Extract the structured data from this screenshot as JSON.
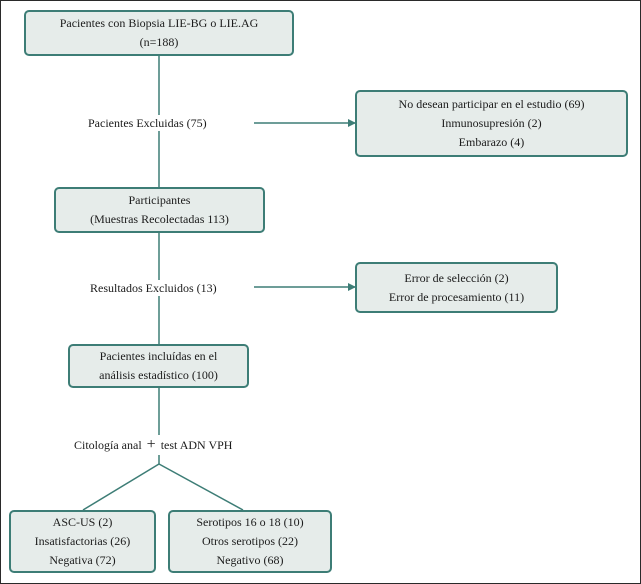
{
  "boxes": {
    "start": {
      "lines": [
        "Pacientes con Biopsia LIE-BG o LIE.AG",
        "(n=188)"
      ]
    },
    "excluded_detail": {
      "lines": [
        "No desean participar en el estudio (69)",
        "Inmunosupresión (2)",
        "Embarazo (4)"
      ]
    },
    "participants": {
      "lines": [
        "Participantes",
        "(Muestras Recolectadas 113)"
      ]
    },
    "results_excluded_detail": {
      "lines": [
        "Error de selección (2)",
        "Error de procesamiento (11)"
      ]
    },
    "included": {
      "lines": [
        "Pacientes incluídas en el",
        "análisis estadístico (100)"
      ]
    },
    "cytology": {
      "lines": [
        "ASC-US (2)",
        "Insatisfactorias (26)",
        "Negativa (72)"
      ]
    },
    "hpv": {
      "lines": [
        "Serotipos 16 o 18 (10)",
        "Otros serotipos (22)",
        "Negativo (68)"
      ]
    }
  },
  "labels": {
    "patients_excluded": "Pacientes Excluidas (75)",
    "results_excluded": "Resultados Excluidos (13)",
    "tests_part1": "Citología anal",
    "tests_plus": "+",
    "tests_part2": "test ADN VPH"
  },
  "colors": {
    "box_fill": "#e6ecea",
    "box_border": "#3d7d76",
    "connector": "#3d7d76"
  }
}
